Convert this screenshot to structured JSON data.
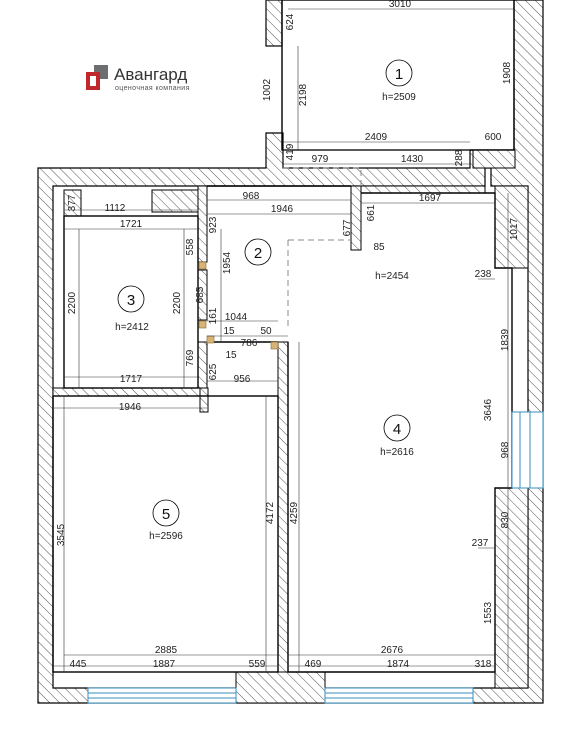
{
  "brand": {
    "name": "Авангард",
    "tagline": "оценочная компания",
    "colors": {
      "red": "#c0272d",
      "grey": "#6d6e70"
    }
  },
  "rooms": {
    "r1": {
      "number": "1",
      "height": "h=2509"
    },
    "r2": {
      "number": "2"
    },
    "r3": {
      "number": "3",
      "height": "h=2412"
    },
    "r4": {
      "number": "4",
      "height": "h=2616"
    },
    "r5": {
      "number": "5",
      "height": "h=2596"
    }
  },
  "dims": {
    "d3010": "3010",
    "d624": "624",
    "d1002": "1002",
    "d2198": "2198",
    "d1908": "1908",
    "d2409": "2409",
    "d600": "600",
    "d419": "419",
    "d979": "979",
    "d1430": "1430",
    "d288": "288",
    "d377": "377",
    "d1112": "1112",
    "d968a": "968",
    "d1697": "1697",
    "d1946a": "1946",
    "d923": "923",
    "d661": "661",
    "d677": "677",
    "d1017": "1017",
    "d1721": "1721",
    "d558": "558",
    "d85": "85",
    "d1954": "1954",
    "d2200a": "2200",
    "d2200b": "2200",
    "d238": "238",
    "d685": "685",
    "d161": "161",
    "d1044": "1044",
    "d15a": "15",
    "d50": "50",
    "d786": "786",
    "d1839": "1839",
    "d15b": "15",
    "d769": "769",
    "d625": "625",
    "d1717": "1717",
    "d956": "956",
    "d1946b": "1946",
    "d3646": "3646",
    "d968b": "968",
    "d3545": "3545",
    "d4172": "4172",
    "d4259": "4259",
    "d830": "830",
    "d237": "237",
    "d1553": "1553",
    "d2885": "2885",
    "d2676": "2676",
    "d445": "445",
    "d1887": "1887",
    "d559": "559",
    "d469": "469",
    "d1874": "1874",
    "d318": "318"
  },
  "colors": {
    "hatch": "#555555",
    "wall": "#000000",
    "door": "#d8b477",
    "window": "#3a8fc0"
  }
}
